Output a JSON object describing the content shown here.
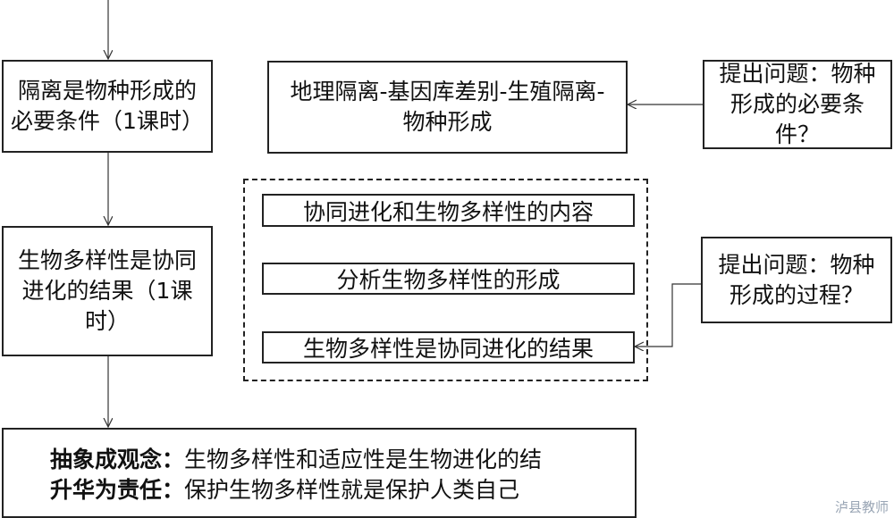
{
  "left_column": {
    "box1": "隔离是物种形成的必要条件（1课时）",
    "box2": "生物多样性是协同进化的结果（1课时）"
  },
  "geo_box": "地理隔离-基因库差别-生殖隔离-物种形成",
  "question1": "提出问题：物种形成的必要条件？",
  "question2": "提出问题：物种形成的过程？",
  "dashed_group": [
    "协同进化和生物多样性的内容",
    "分析生物多样性的形成",
    "生物多样性是协同进化的结果"
  ],
  "bottom": {
    "line1_bold": "抽象成观念：",
    "line1_text": "生物多样性和适应性是生物进化的结",
    "line2_bold": "升华为责任：",
    "line2_text": "保护生物多样性就是保护人类自己"
  },
  "watermark": "泸县教师"
}
